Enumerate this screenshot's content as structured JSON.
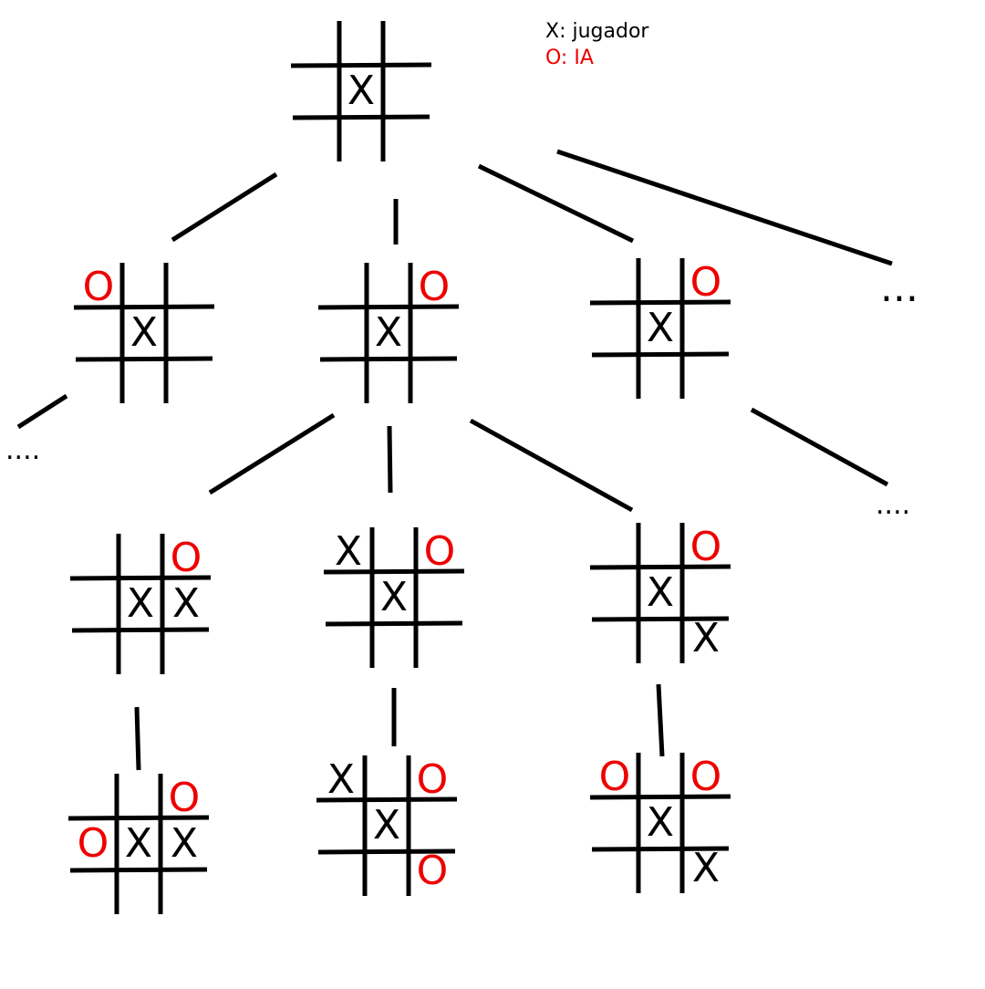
{
  "legend": {
    "player": "X: jugador",
    "ai": "O: IA"
  },
  "colors": {
    "player": "#000000",
    "ai": "#ee0000",
    "lines": "#000000"
  },
  "symbols": {
    "player": "X",
    "ai": "O"
  },
  "ellipsis": {
    "short": "...",
    "long": "...."
  },
  "boards": [
    {
      "id": "root",
      "cells": [
        "",
        "",
        "",
        "",
        "X",
        "",
        "",
        "",
        ""
      ]
    },
    {
      "id": "d1-a",
      "cells": [
        "O",
        "",
        "",
        "",
        "X",
        "",
        "",
        "",
        ""
      ]
    },
    {
      "id": "d1-b",
      "cells": [
        "",
        "",
        "O",
        "",
        "X",
        "",
        "",
        "",
        ""
      ]
    },
    {
      "id": "d1-c",
      "cells": [
        "",
        "",
        "O",
        "",
        "X",
        "",
        "",
        "",
        ""
      ]
    },
    {
      "id": "d2-a",
      "cells": [
        "",
        "",
        "O",
        "",
        "X",
        "X",
        "",
        "",
        ""
      ]
    },
    {
      "id": "d2-b",
      "cells": [
        "X",
        "",
        "O",
        "",
        "X",
        "",
        "",
        "",
        ""
      ]
    },
    {
      "id": "d2-c",
      "cells": [
        "",
        "",
        "O",
        "",
        "X",
        "",
        "",
        "",
        "X"
      ]
    },
    {
      "id": "d3-a",
      "cells": [
        "",
        "",
        "O",
        "O",
        "X",
        "X",
        "",
        "",
        ""
      ]
    },
    {
      "id": "d3-b",
      "cells": [
        "X",
        "",
        "O",
        "",
        "X",
        "",
        "",
        "",
        "O"
      ]
    },
    {
      "id": "d3-c",
      "cells": [
        "O",
        "",
        "O",
        "",
        "X",
        "",
        "",
        "",
        "X"
      ]
    }
  ]
}
